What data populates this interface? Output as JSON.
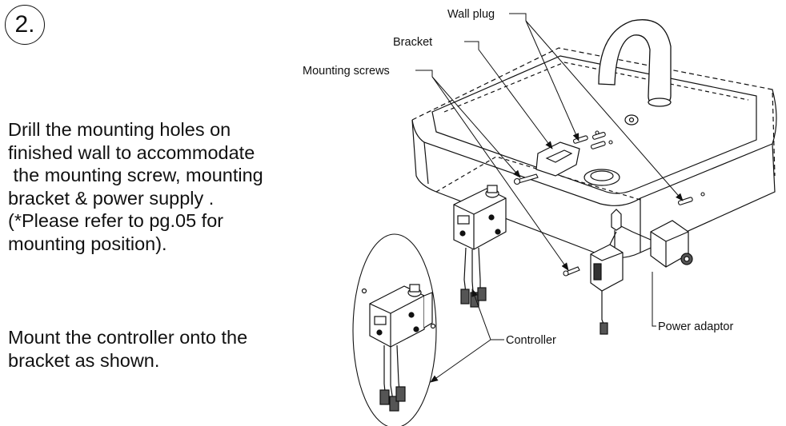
{
  "step_number": "2.",
  "instructions": {
    "paragraph1": [
      "Drill the mounting holes on",
      "finished wall to accommodate",
      " the mounting screw, mounting",
      "bracket & power supply .",
      "(*Please refer to pg.05 for",
      "mounting position)."
    ],
    "paragraph2": [
      "Mount the controller onto the",
      "bracket as shown."
    ]
  },
  "callouts": {
    "wall_plug": "Wall plug",
    "bracket": "Bracket",
    "mounting_screws": "Mounting screws",
    "controller": "Controller",
    "power_adaptor": "Power adaptor"
  }
}
